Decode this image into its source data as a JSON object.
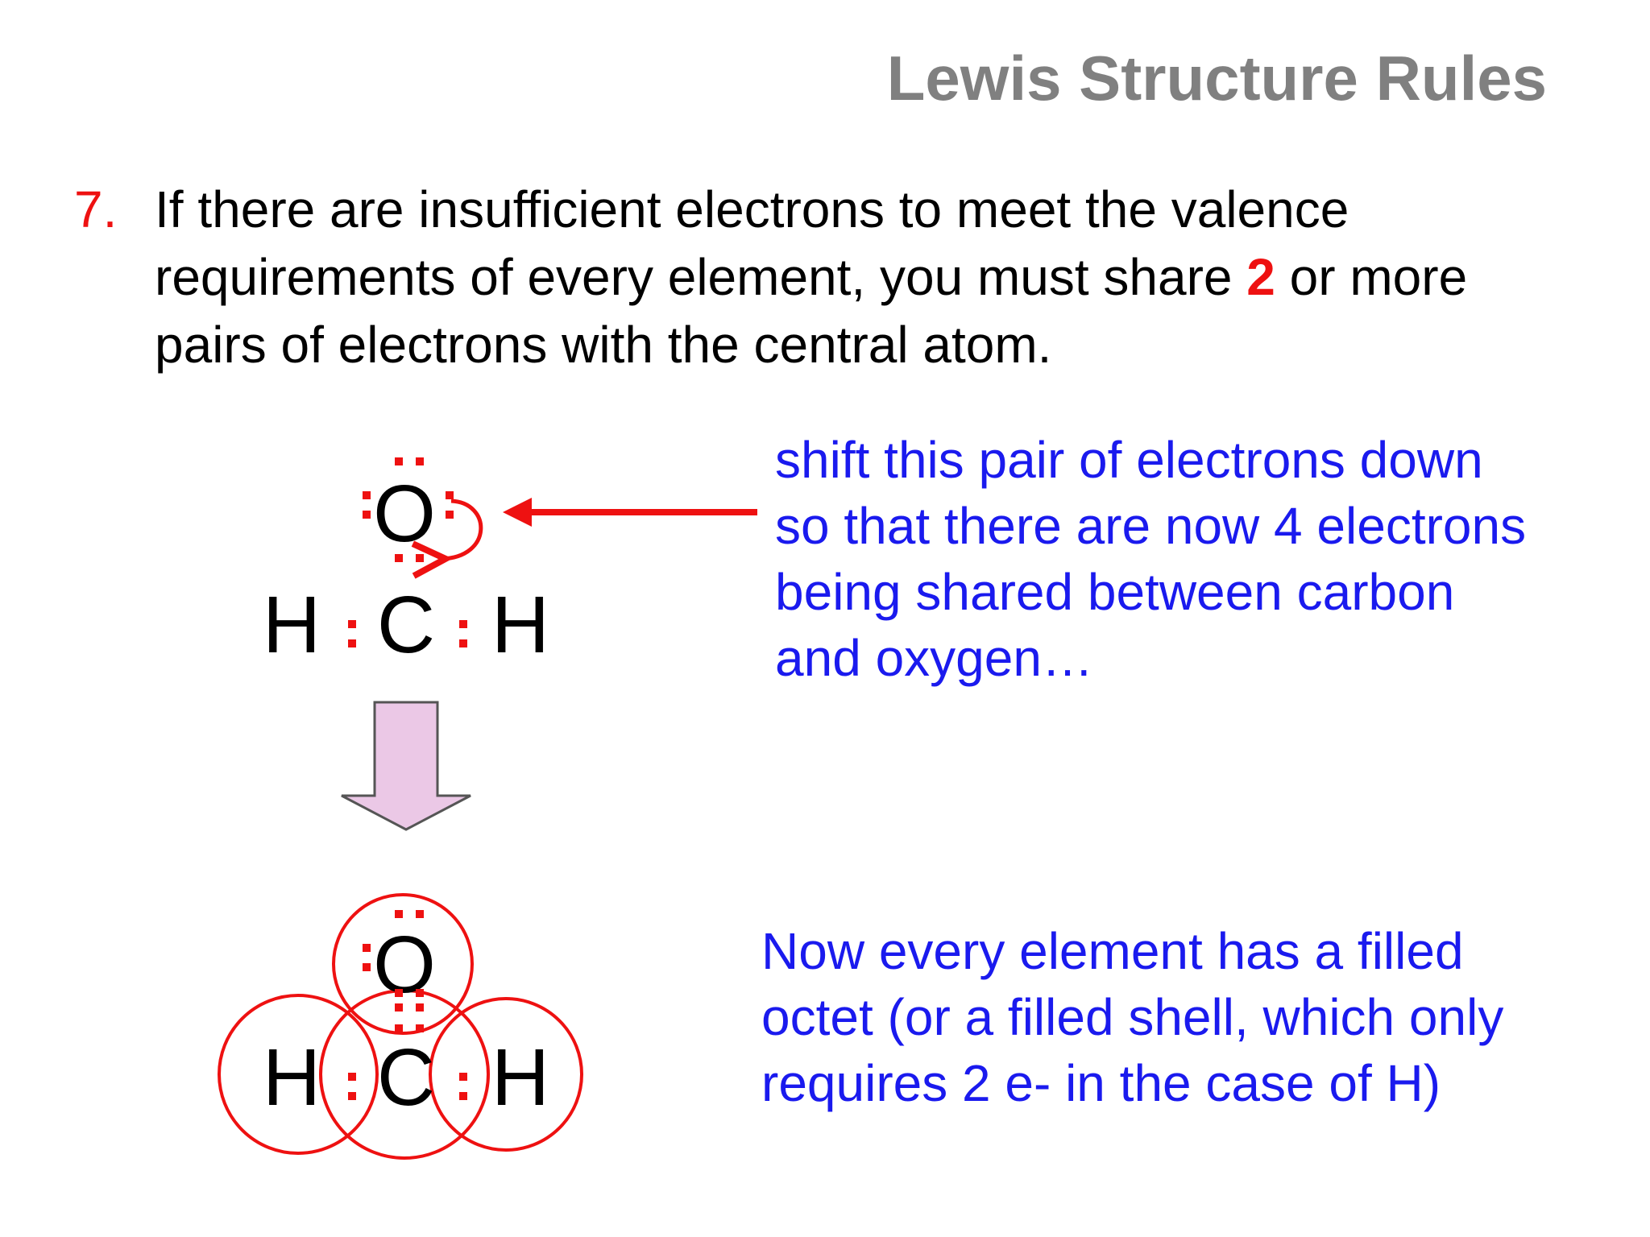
{
  "slide": {
    "title": "Lewis Structure Rules",
    "rule_number": "7.",
    "rule_line1": "If there are insufficient electrons to meet the valence",
    "rule_line2_before": "requirements of every element, you must share ",
    "rule_highlight": "2",
    "rule_line2_after": " or more",
    "rule_line3": "pairs of electrons with the central atom."
  },
  "molecule_before": {
    "atoms": {
      "top": "O",
      "center": "C",
      "left": "H",
      "right": "H"
    }
  },
  "molecule_after": {
    "atoms": {
      "top": "O",
      "center": "C",
      "left": "H",
      "right": "H"
    }
  },
  "note_shift": {
    "lines": [
      "shift this pair of electrons down",
      "so that there are now 4 electrons",
      "being shared between carbon",
      "and oxygen…"
    ]
  },
  "note_octet": {
    "lines": [
      "Now every element has a filled",
      "octet (or a filled shell, which only",
      "requires 2 e- in the case of H)"
    ]
  },
  "colors": {
    "title": "#808080",
    "electron": "#ee1111",
    "note_text": "#1a1aee",
    "down_arrow_fill": "#ebc8e6"
  }
}
